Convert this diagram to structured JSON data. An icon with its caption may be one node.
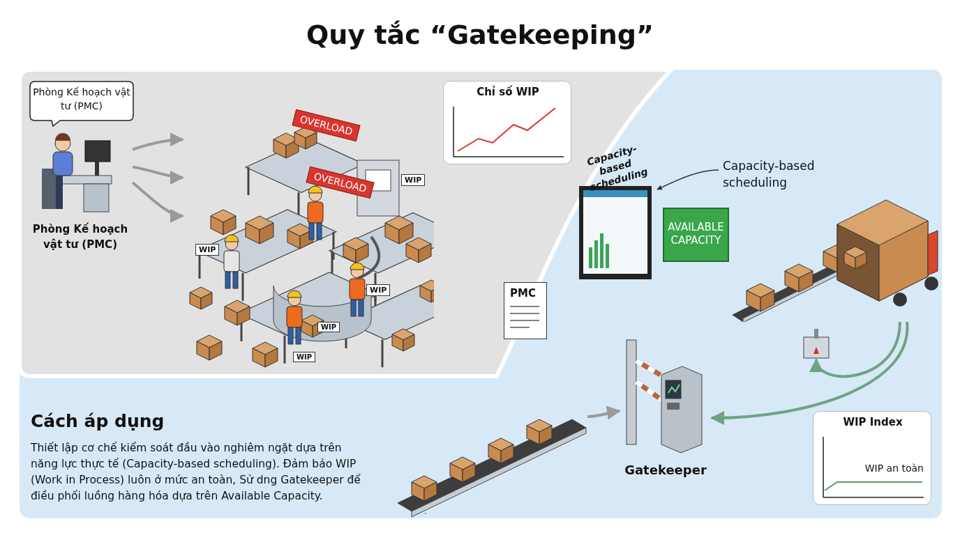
{
  "diagram": {
    "title": "Quy tắc “Gatekeeping”",
    "nodes": [
      {
        "text": [
          "Phòng Kế hoạch vật tư (PMC)"
        ]
      },
      {
        "text": [],
        "shape": "person",
        "beside": [
          "Phòng Kế hoạch vật tư (PMC)"
        ]
      },
      {
        "text": [],
        "shape": "picture"
      },
      {
        "text": [
          "Capacity-based scheduling"
        ]
      },
      {
        "text": [
          "Capacity-based scheduling"
        ]
      },
      {
        "text": [
          "AVAILABLE CAPACITY"
        ]
      },
      {
        "text": [
          "PMC"
        ]
      },
      {
        "text": [],
        "shape": "picture",
        "beside": [
          "Gatekeeper"
        ]
      },
      {
        "text": [],
        "shape": "picture"
      },
      {
        "text": [],
        "shape": "picture"
      },
      {
        "text": [],
        "shape": "box"
      }
    ],
    "edges": [
      {
        "from": 1,
        "to": 2,
        "arrow": "to"
      },
      {
        "from": 1,
        "to": 2,
        "arrow": "to"
      },
      {
        "from": 1,
        "to": 2,
        "arrow": "to"
      },
      {
        "from": 4,
        "to": 3,
        "arrow": "to",
        "color": "#333333"
      },
      {
        "from": 8,
        "to": 7,
        "arrow": "to"
      },
      {
        "from": 9,
        "to": 7,
        "arrow": "to",
        "color": "#6fa384"
      },
      {
        "from": 9,
        "to": 10,
        "arrow": "to",
        "color": "#6fa384"
      }
    ],
    "labels": [
      "OVERLOAD",
      "OVERLOAD",
      "WIP",
      "WIP",
      "WIP",
      "WIP",
      "WIP",
      "Chỉ số WIP",
      "WIP Index",
      "WIP an toàn",
      "Cách áp dụng",
      "Thiết lập cơ chế kiểm soát đầu vào nghiêm ngặt dựa trên năng lực thực tế (Capacity-based scheduling). Đảm bảo WIP (Work in Process) luôn ở mức an toàn, Sử dng Gatekeeper để điều phối luồng hàng hóa dựa trên Available Capacity."
    ]
  }
}
